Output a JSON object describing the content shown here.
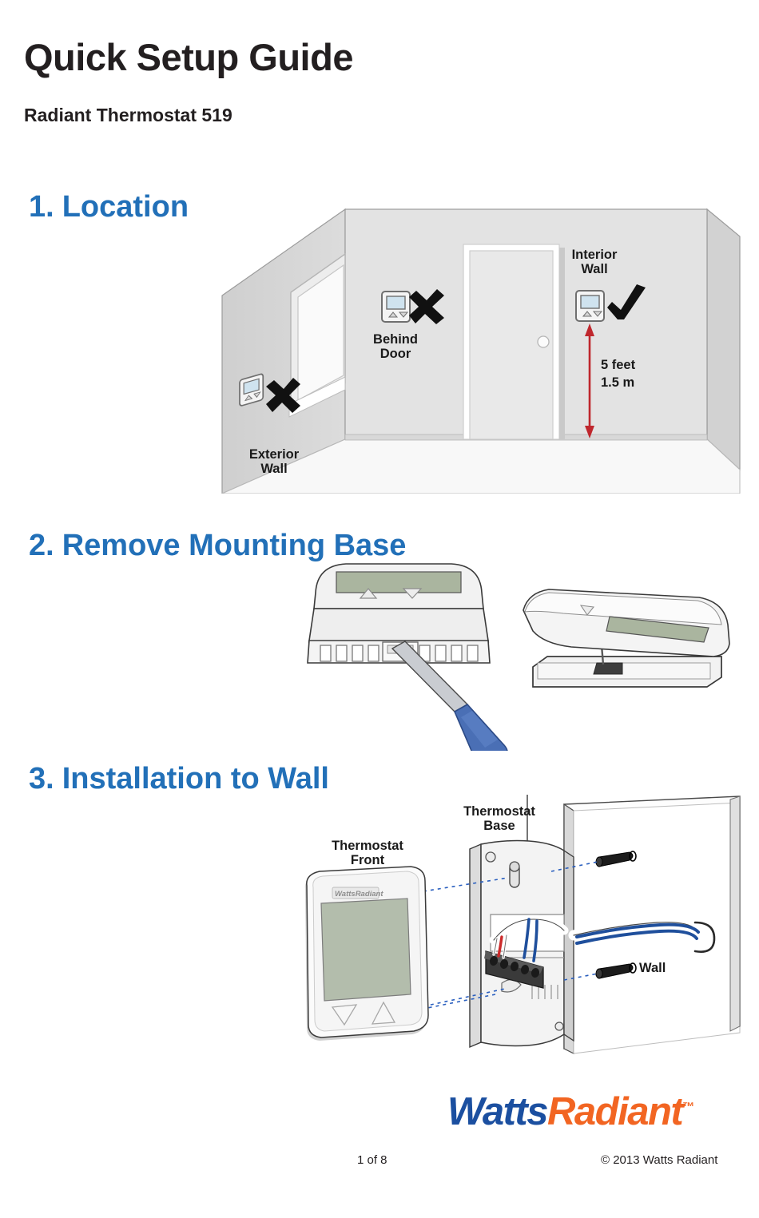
{
  "document": {
    "title": "Quick Setup Guide",
    "subtitle": "Radiant Thermostat 519"
  },
  "sections": [
    {
      "number": "1.",
      "title": "Location",
      "labels": {
        "exterior_wall": "Exterior\nWall",
        "behind_door": "Behind\nDoor",
        "interior_wall": "Interior\nWall",
        "height_imperial": "5 feet",
        "height_metric": "1.5 m"
      },
      "markers": {
        "exterior_wall": "x-mark-icon",
        "behind_door": "x-mark-icon",
        "interior_wall": "check-mark-icon"
      }
    },
    {
      "number": "2.",
      "title": "Remove Mounting Base",
      "labels": {}
    },
    {
      "number": "3.",
      "title": "Installation to Wall",
      "labels": {
        "thermostat_front": "Thermostat\nFront",
        "thermostat_base": "Thermostat\nBase",
        "wall": "Wall"
      }
    }
  ],
  "device": {
    "brand_mark_on_face": "WattsRadiant"
  },
  "logo": {
    "part_one": "Watts",
    "part_two": "Radiant",
    "trademark": "™"
  },
  "footer": {
    "page": "1 of 8",
    "copyright": "© 2013 Watts Radiant"
  },
  "colors": {
    "heading_blue": "#2270b8",
    "logo_blue": "#1b4fa0",
    "logo_orange": "#f26522",
    "dimension_red": "#bf272d",
    "wall_gray": "#e3e3e3",
    "side_wall_gray": "#d6d6d6",
    "floor_white": "#f8f8f8",
    "lcd_green": "#b3bdac",
    "screwdriver_blue": "#4a6fb5",
    "icon_screen_blue": "#cfe3ef",
    "wire_blue": "#1f4f9c",
    "wire_red": "#cc2a2a"
  }
}
